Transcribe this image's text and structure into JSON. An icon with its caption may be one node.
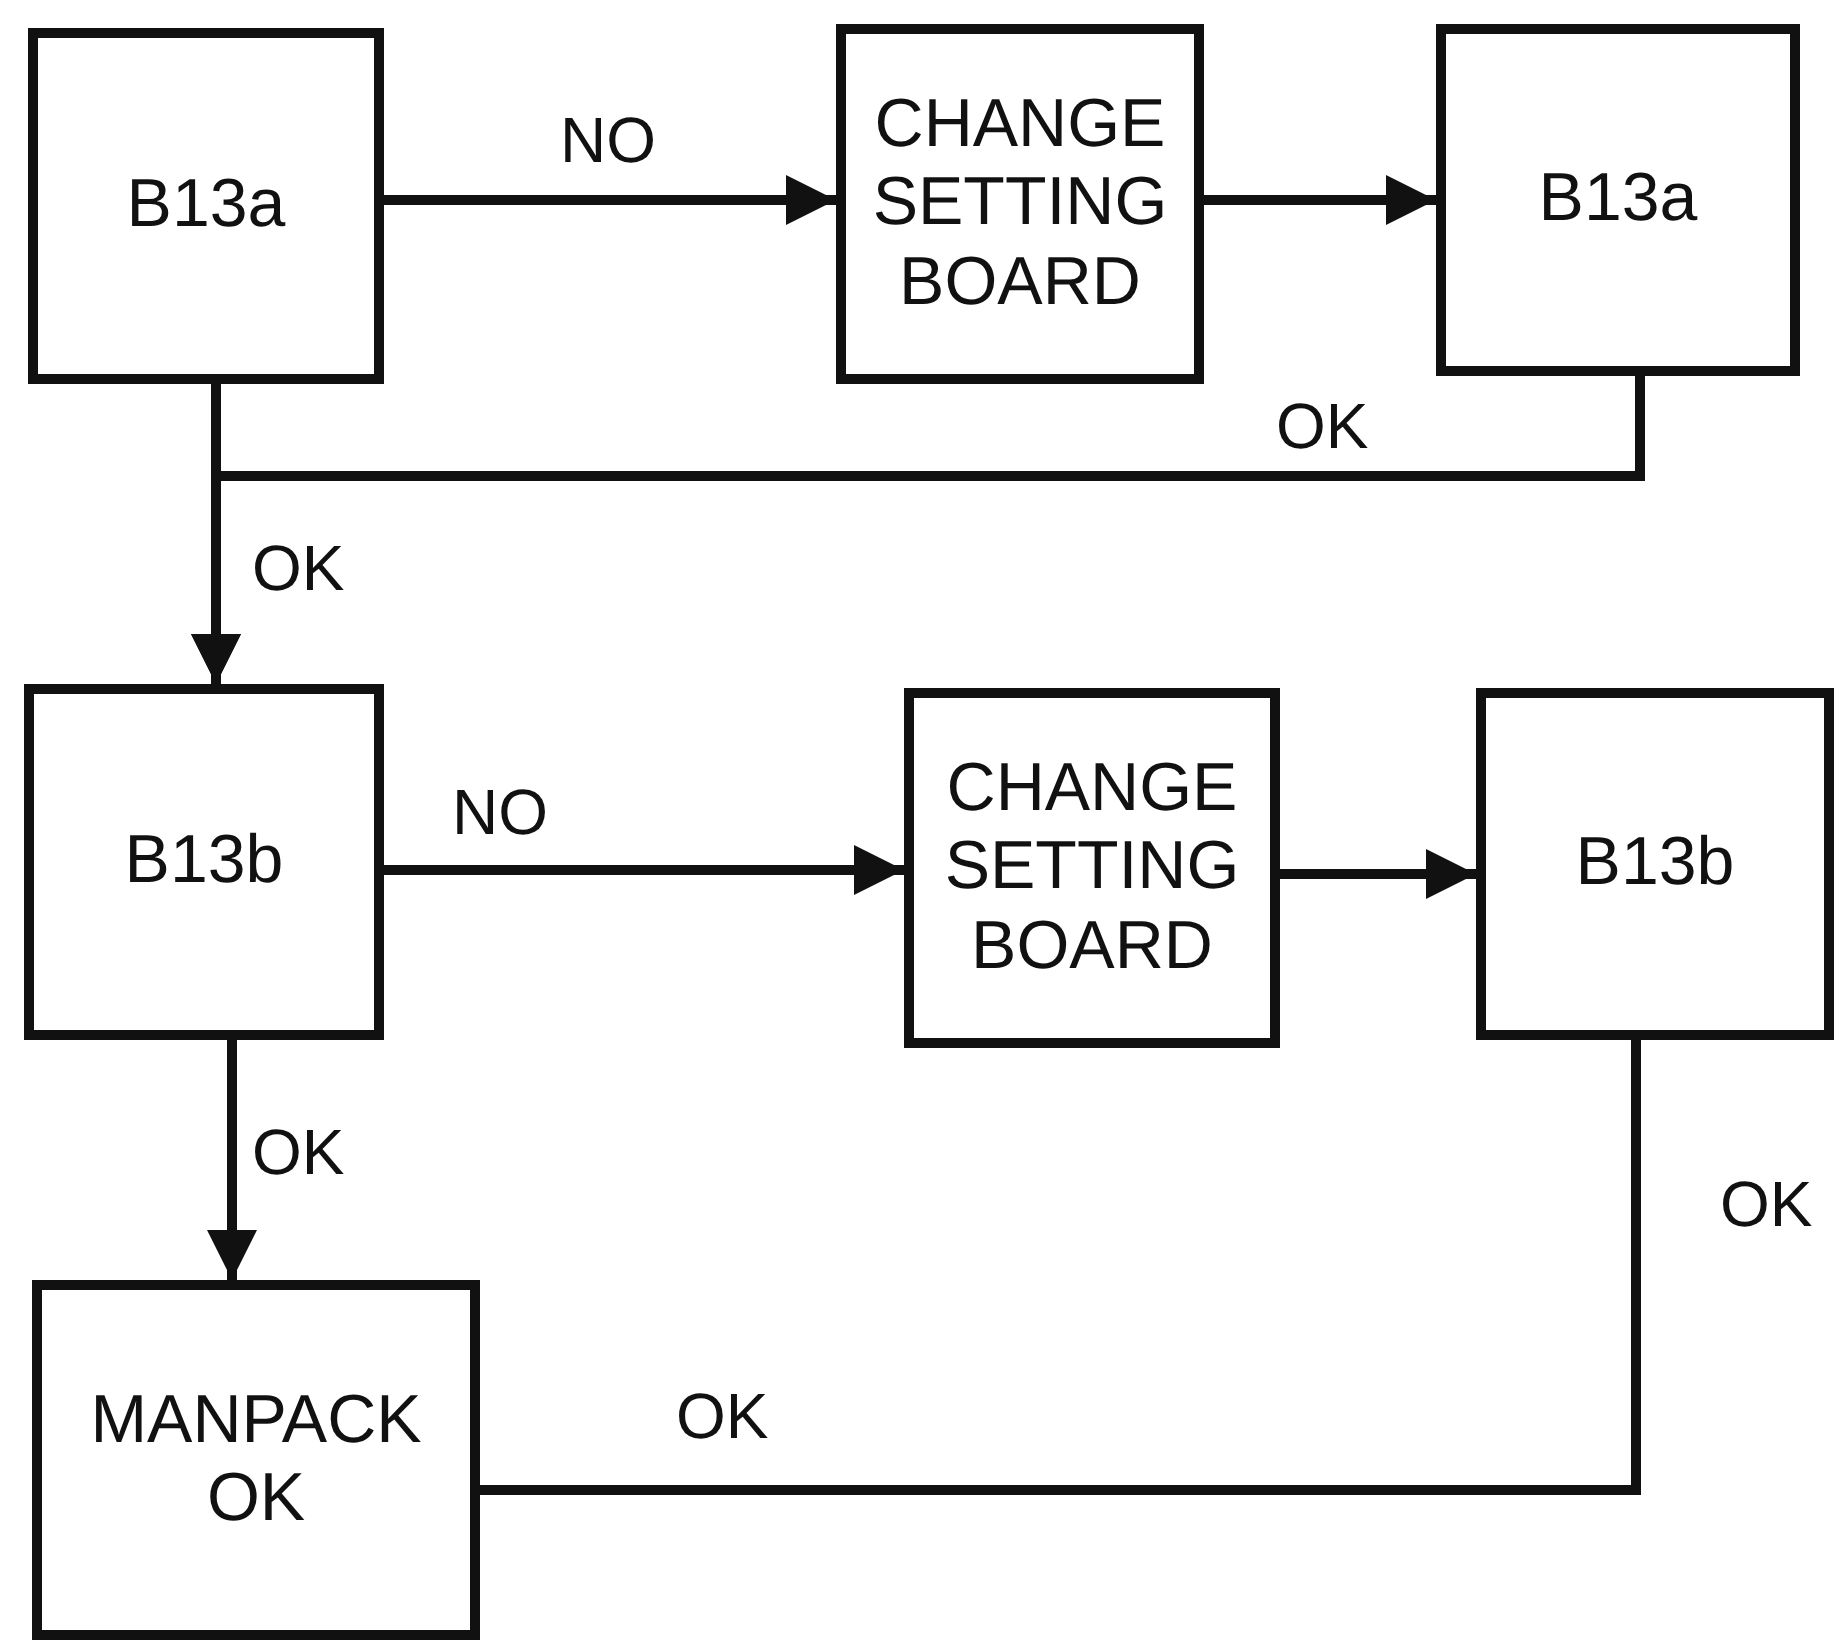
{
  "diagram": {
    "nodes": [
      {
        "text": [
          "B13a"
        ]
      },
      {
        "text": [
          "CHANGE SETTING BOARD"
        ]
      },
      {
        "text": [
          "B13a"
        ]
      },
      {
        "text": [
          "B13b"
        ]
      },
      {
        "text": [
          "CHANGE SETTING BOARD"
        ]
      },
      {
        "text": [
          "B13b"
        ]
      },
      {
        "text": [
          "MANPACK OK"
        ]
      }
    ],
    "edges": [
      {
        "from": 0,
        "to": 1,
        "arrow": "to",
        "label": "NO"
      },
      {
        "from": 1,
        "to": 2,
        "arrow": "to"
      },
      {
        "from": 0,
        "to": 3,
        "arrow": "to",
        "label": "OK"
      },
      {
        "from": 2,
        "to": 3,
        "arrow": "to",
        "label": "OK"
      },
      {
        "from": 3,
        "to": 4,
        "arrow": "to",
        "label": "NO"
      },
      {
        "from": 4,
        "to": 5,
        "arrow": "to"
      },
      {
        "from": 3,
        "to": 6,
        "arrow": "to",
        "label": "OK"
      },
      {
        "from": 5,
        "to": 6,
        "arrow": "none",
        "label": "OK"
      }
    ],
    "labels": [
      "OK"
    ]
  }
}
